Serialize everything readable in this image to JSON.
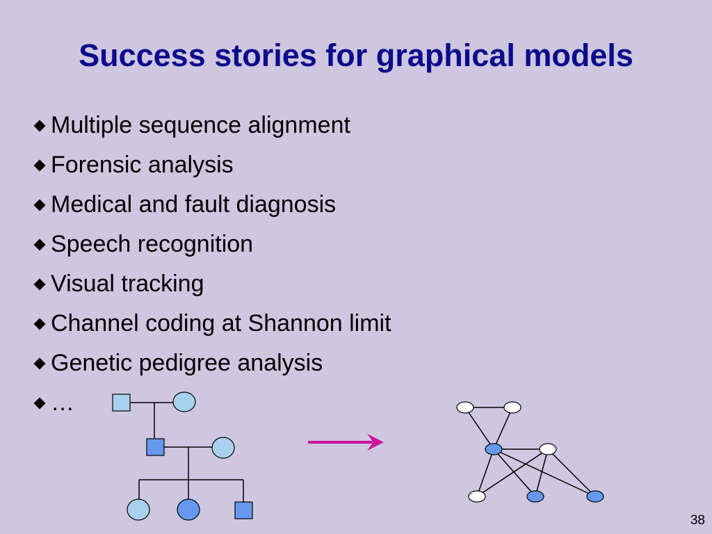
{
  "slide": {
    "title": "Success stories for graphical models",
    "bullets": [
      "Multiple sequence alignment",
      "Forensic analysis",
      "Medical and fault diagnosis",
      "Speech recognition",
      "Visual tracking",
      "Channel coding at Shannon limit",
      "Genetic pedigree analysis",
      "…"
    ],
    "page_number": "38"
  },
  "colors": {
    "background": "#cfc6e0",
    "title": "#0b0b8c",
    "node_light_blue": "#a9d0ec",
    "node_blue": "#6699ee",
    "node_white": "#ffffff",
    "arrow": "#cc1199"
  },
  "icons": {
    "bullet": "diamond-icon",
    "transform_arrow": "right-arrow-icon"
  }
}
